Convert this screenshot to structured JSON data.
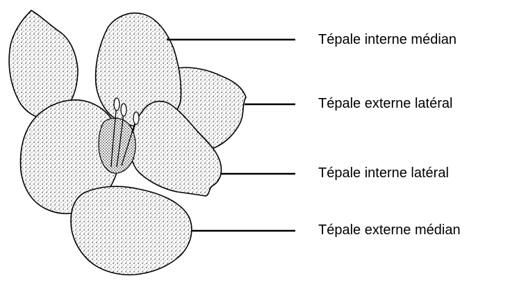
{
  "labels": [
    "Tépale interne médian",
    "Tépale externe latéral",
    "Tépale interne latéral",
    "Tépale externe médian"
  ]
}
